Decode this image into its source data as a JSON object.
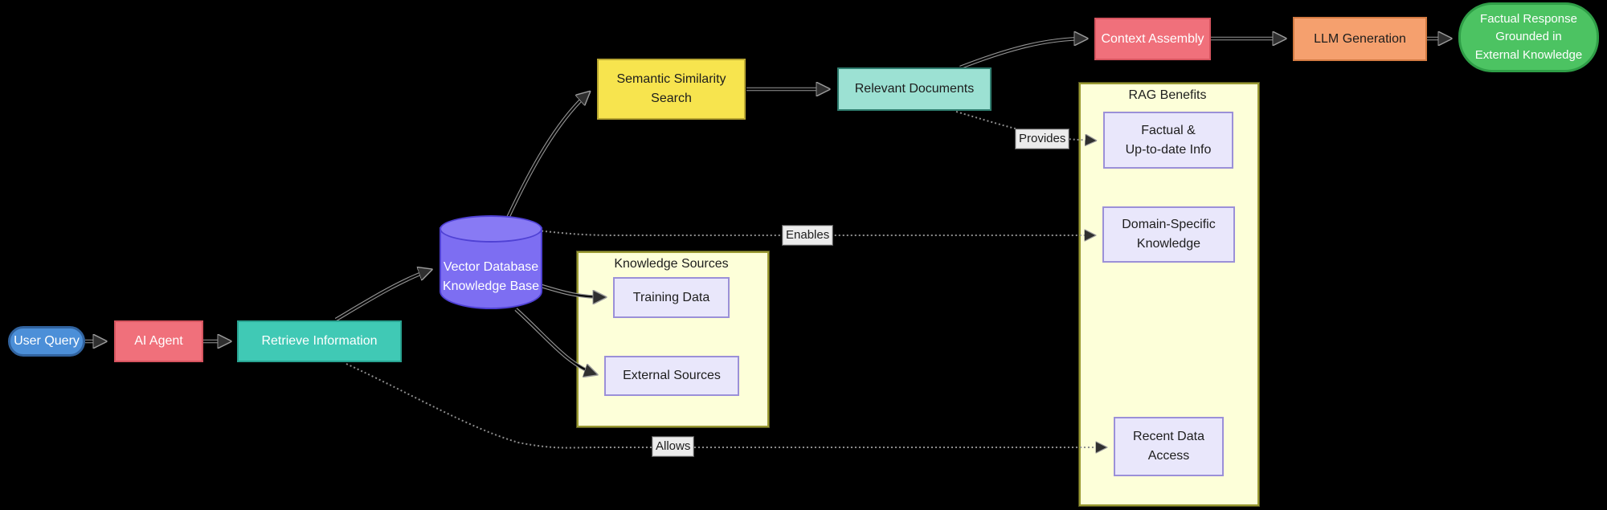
{
  "diagram_type": "flowchart",
  "nodes": {
    "user_query": {
      "label": "User Query"
    },
    "ai_agent": {
      "label": "AI Agent"
    },
    "retrieve_information": {
      "label": "Retrieve Information"
    },
    "vector_database": {
      "line1": "Vector Database",
      "line2": "Knowledge Base"
    },
    "semantic_similarity_search": {
      "line1": "Semantic Similarity",
      "line2": "Search"
    },
    "relevant_documents": {
      "label": "Relevant Documents"
    },
    "context_assembly": {
      "label": "Context Assembly"
    },
    "llm_generation": {
      "label": "LLM Generation"
    },
    "factual_response": {
      "line1": "Factual Response",
      "line2": "Grounded in",
      "line3": "External Knowledge"
    },
    "training_data": {
      "label": "Training Data"
    },
    "external_sources": {
      "label": "External Sources"
    },
    "factual_info": {
      "line1": "Factual &",
      "line2": "Up-to-date Info"
    },
    "domain_knowledge": {
      "line1": "Domain-Specific",
      "line2": "Knowledge"
    },
    "recent_data_access": {
      "line1": "Recent Data",
      "line2": "Access"
    }
  },
  "containers": {
    "knowledge_sources": {
      "title": "Knowledge Sources"
    },
    "rag_benefits": {
      "title": "RAG Benefits"
    }
  },
  "edge_labels": {
    "provides": "Provides",
    "enables": "Enables",
    "allows": "Allows"
  },
  "colors": {
    "background": "#000000",
    "blue_node": "#4c8fd8",
    "red_node": "#f0707b",
    "teal_node": "#40c9b5",
    "light_teal_node": "#9ce1d3",
    "yellow_node": "#f7e44e",
    "orange_node": "#f5a06e",
    "green_node": "#4cc362",
    "purple_cylinder": "#7d6ef2",
    "lavender_node": "#e9e7fb",
    "container_fill": "#fdffd9",
    "container_border": "#9a9a33",
    "edge_color": "#8d8d8d",
    "edge_label_bg": "#ececec"
  }
}
